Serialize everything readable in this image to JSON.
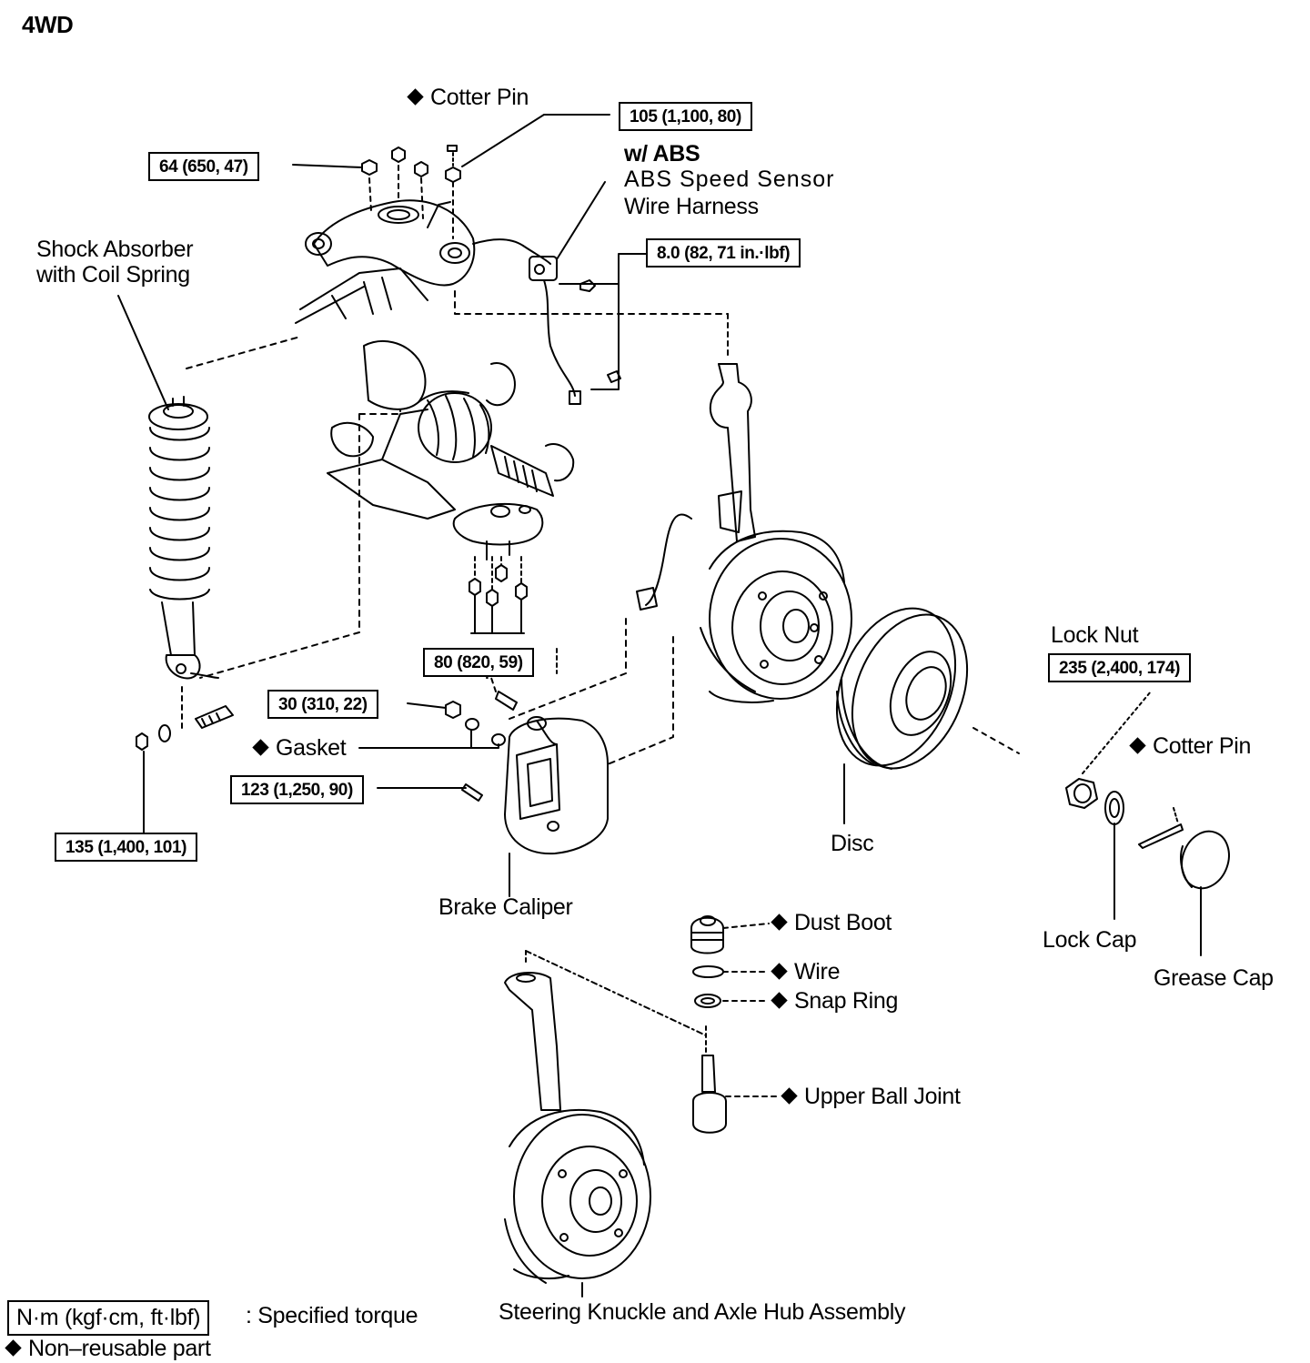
{
  "title": "4WD",
  "torque": {
    "cotter_upper": "105 (1,100, 80)",
    "upper_arm_bolts": "64 (650, 47)",
    "abs_sensor": "8.0 (82, 71 in.·lbf)",
    "lower_ball_joint": "80 (820, 59)",
    "caliper_union": "30 (310, 22)",
    "caliper_mount": "123 (1,250, 90)",
    "shock_lower": "135 (1,400, 101)",
    "lock_nut": "235 (2,400, 174)"
  },
  "labels": {
    "cotter_pin_upper": "Cotter Pin",
    "abs_heading": "w/  ABS",
    "abs_line1": "ABS  Speed  Sensor",
    "abs_line2": "Wire Harness",
    "shock_line1": "Shock Absorber",
    "shock_line2": "with Coil Spring",
    "gasket": "Gasket",
    "brake_caliper": "Brake Caliper",
    "disc": "Disc",
    "lock_nut": "Lock Nut",
    "cotter_pin_right": "Cotter Pin",
    "lock_cap": "Lock Cap",
    "grease_cap": "Grease Cap",
    "dust_boot": "Dust Boot",
    "wire": "Wire",
    "snap_ring": "Snap Ring",
    "upper_ball_joint": "Upper Ball Joint",
    "steering_knuckle": "Steering Knuckle and Axle Hub Assembly"
  },
  "legend": {
    "unit_box": "N·m (kgf·cm, ft·lbf)",
    "unit_desc": ": Specified torque",
    "nonreusable": "Non–reusable part"
  }
}
